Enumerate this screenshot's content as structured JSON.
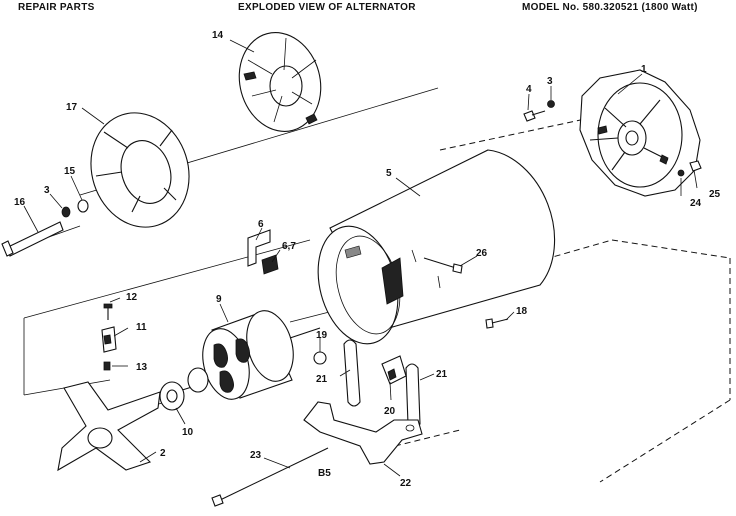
{
  "header": {
    "left": "REPAIR PARTS",
    "center": "EXPLODED VIEW OF ALTERNATOR",
    "right": "MODEL No. 580.320521 (1800 Watt)"
  },
  "labels": {
    "p1": "1",
    "p2": "2",
    "p3a": "3",
    "p3b": "3",
    "p4": "4",
    "p5": "5",
    "p6": "6",
    "p67": "6,7",
    "p9": "9",
    "p10": "10",
    "p11": "11",
    "p12": "12",
    "p13": "13",
    "p14": "14",
    "p15": "15",
    "p16": "16",
    "p17": "17",
    "p18": "18",
    "p19": "19",
    "p20": "20",
    "p21a": "21",
    "p21b": "21",
    "p22": "22",
    "p23": "23",
    "p24": "24",
    "p25": "25",
    "p26": "26",
    "b5": "B5"
  }
}
